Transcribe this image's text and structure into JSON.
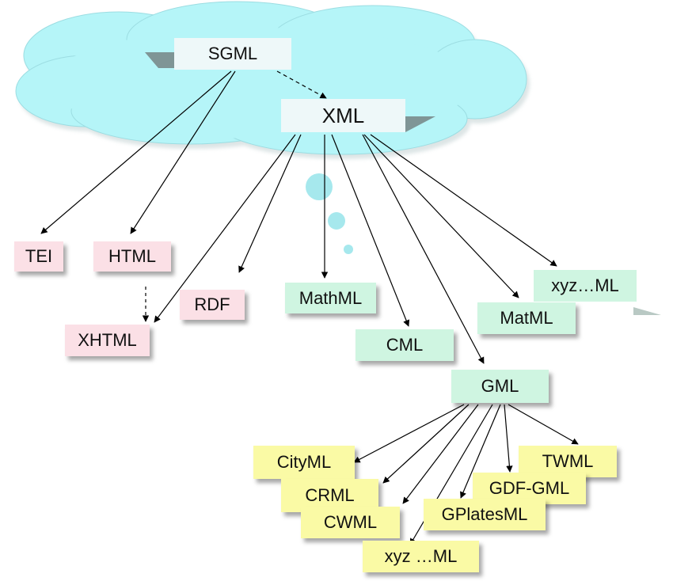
{
  "roots": {
    "sgml": "SGML",
    "xml": "XML"
  },
  "sgml_children": {
    "tei": "TEI",
    "html": "HTML",
    "xhtml": "XHTML"
  },
  "xml_children": {
    "rdf": "RDF",
    "mathml": "MathML",
    "cml": "CML",
    "matml": "MatML",
    "xyzml": "xyz…ML",
    "gml": "GML"
  },
  "gml_children": {
    "cityml": "CityML",
    "crml": "CRML",
    "cwml": "CWML",
    "xyzml2": "xyz …ML",
    "gplatesml": "GPlatesML",
    "gdfgml": "GDF-GML",
    "twml": "TWML"
  },
  "colors": {
    "cloud": "#b5f5f8",
    "root_box": "#eef8f9",
    "sgml_family": "#fbe0e6",
    "xml_family": "#cff5e1",
    "gml_family": "#fafaa5",
    "arrow": "#000000"
  }
}
